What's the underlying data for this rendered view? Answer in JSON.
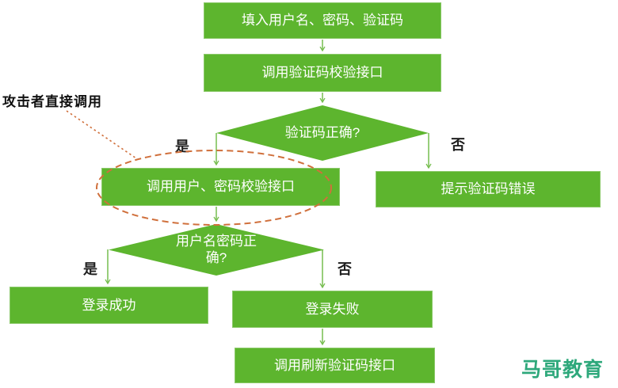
{
  "colors": {
    "box_fill": "#5db52e",
    "box_border": "#8bc96a",
    "box_text": "#ffffff",
    "arrow": "#76bd4f",
    "dashed_highlight": "#d0703c",
    "annotation_text": "#111111",
    "logo_green": "#2ea87b"
  },
  "nodes": {
    "step1": "填入用户名、密码、验证码",
    "step2": "调用验证码校验接口",
    "decision1": "验证码正确?",
    "step3": "调用用户、密码校验接口",
    "step4": "提示验证码错误",
    "decision2": "用户名密码正确?",
    "step5": "登录成功",
    "step6": "登录失败",
    "step7": "调用刷新验证码接口"
  },
  "labels": {
    "decision1_yes": "是",
    "decision1_no": "否",
    "decision2_yes": "是",
    "decision2_no": "否",
    "attacker_note": "攻击者直接调用"
  },
  "logo": {
    "text": "马哥教育"
  }
}
